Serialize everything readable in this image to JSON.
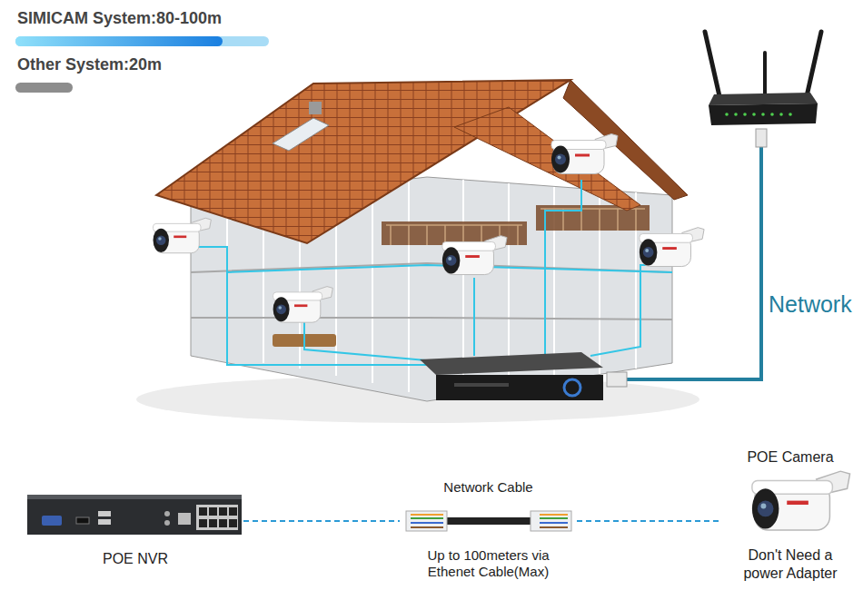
{
  "diagram": {
    "nodes": [
      {
        "text": [
          "POE NVR"
        ]
      },
      {
        "text": [
          "Network Cable",
          "Up to 100meters via Ethenet Cable(Max)"
        ]
      },
      {
        "text": [
          "POE Camera",
          "Don't Need a power Adapter"
        ]
      }
    ],
    "edges": [
      {
        "from": 0,
        "to": 1,
        "arrow": "none"
      },
      {
        "from": 1,
        "to": 2,
        "arrow": "none"
      }
    ],
    "labels": [
      "SIMICAM System:80-100m",
      "Other System:20m",
      "Network"
    ]
  }
}
